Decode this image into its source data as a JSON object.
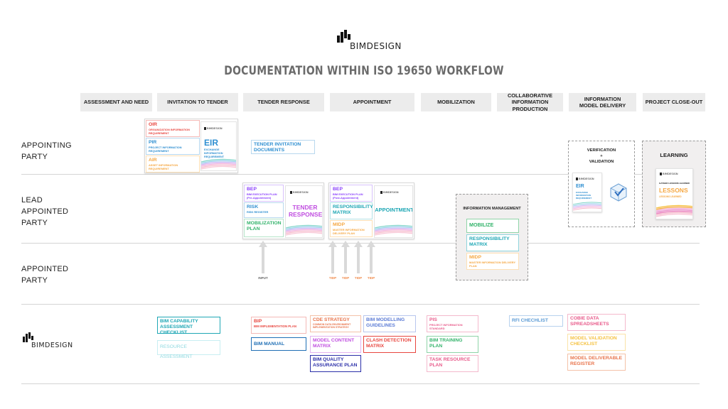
{
  "brand": {
    "name": "BIMDESIGN"
  },
  "title": "DOCUMENTATION WITHIN ISO 19650 WORKFLOW",
  "stages": [
    "ASSESSMENT AND NEED",
    "INVITATION TO TENDER",
    "TENDER RESPONSE",
    "APPOINTMENT",
    "MOBILIZATION",
    "COLLABORATIVE INFORMATION PRODUCTION",
    "INFORMATION MODEL DELIVERY",
    "PROJECT CLOSE-OUT"
  ],
  "rows": [
    "APPOINTING PARTY",
    "LEAD APPOINTED PARTY",
    "APPOINTED PARTY"
  ],
  "invitation_card": {
    "items": [
      {
        "title": "OIR",
        "sub": "ORGANIZATION INFORMATION REQUIREMENT",
        "color": "#e8463f"
      },
      {
        "title": "PIR",
        "sub": "PROJECT INFORMATION REQUIREMENT",
        "color": "#2f8fd1"
      },
      {
        "title": "AIR",
        "sub": "ASSET INFORMATION REQUIREMENT",
        "color": "#f5a742"
      }
    ],
    "cover": {
      "title": "EIR",
      "sub": "EXCHANGE INFORMATION REQUIREMENT",
      "color": "#2f8fd1"
    }
  },
  "tender_invitation": {
    "label": "TENDER INVITATION DOCUMENTS",
    "color": "#2f8fd1"
  },
  "tender_card": {
    "items": [
      {
        "title": "BEP",
        "sub": "BIM EXECUTION PLAN (Pre-Appointment)",
        "color": "#8a3ffc"
      },
      {
        "title": "RISK",
        "sub": "RISK REGISTER",
        "color": "#2f8fd1"
      },
      {
        "title": "MOBILIZATION PLAN",
        "sub": "",
        "color": "#33b36b"
      }
    ],
    "cover": {
      "title": "TENDER RESPONSE",
      "color": "#c04ee0"
    }
  },
  "appointment_card": {
    "items": [
      {
        "title": "BEP",
        "sub": "BIM EXECUTION PLAN (Post-Appointment)",
        "color": "#8a3ffc"
      },
      {
        "title": "RESPONSIBILITY MATRIX",
        "sub": "",
        "color": "#1fa7b5"
      },
      {
        "title": "MIDP",
        "sub": "MASTER INFORMATION DELIVERY PLAN",
        "color": "#f5a742"
      }
    ],
    "cover": {
      "title": "APPOINTMENT",
      "color": "#1fa7b5"
    }
  },
  "info_management": {
    "title": "INFORMATION MANAGEMENT",
    "items": [
      {
        "title": "MOBILIZE",
        "sub": "",
        "color": "#33b36b"
      },
      {
        "title": "RESPONSIBILITY MATRIX",
        "sub": "",
        "color": "#1fa7b5"
      },
      {
        "title": "MIDP",
        "sub": "MASTER INFORMATION DELIVERY PLAN",
        "color": "#f5a742"
      }
    ]
  },
  "verification": {
    "title_line1": "VERIFICATION",
    "title_line2": "+",
    "title_line3": "VALIDATION",
    "cover": {
      "title": "EIR",
      "sub": "EXCHANGE INFORMATION REQUIREMENT",
      "color": "#2f8fd1"
    }
  },
  "learning": {
    "title": "LEARNING",
    "cover": {
      "top": "GATHER LESSONS LEARNED",
      "title": "LESSONS",
      "sub": "LESSONS LEARNED",
      "color": "#f5a742"
    }
  },
  "arrows": {
    "input_label": "INPUT",
    "tidp_label": "TIDP"
  },
  "bottom_docs": [
    {
      "title": "BIM CAPABILITY ASSESSMENT CHECKLIST",
      "sub": "",
      "color": "#1fa7b5"
    },
    {
      "title": "RESOURCE ASSESSMENT",
      "sub": "",
      "color": "#8fd9e0"
    },
    {
      "title": "BIP",
      "sub": "BIM IMPLEMENTATION PLAN",
      "color": "#e8463f"
    },
    {
      "title": "BIM MANUAL",
      "sub": "",
      "color": "#1f6fb5"
    },
    {
      "title": "CDE STRATEGY",
      "sub": "COMMON DATA ENVIRONMENT IMPLEMENTATION STRATEGY",
      "color": "#e8734a"
    },
    {
      "title": "MODEL CONTENT MATRIX",
      "sub": "",
      "color": "#c04ee0"
    },
    {
      "title": "BIM QUALITY ASSURANCE PLAN",
      "sub": "",
      "color": "#2b2fa8"
    },
    {
      "title": "BIM MODELLING GUIDELINES",
      "sub": "",
      "color": "#5b7bd5"
    },
    {
      "title": "CLASH DETECTION MATRIX",
      "sub": "",
      "color": "#e8463f"
    },
    {
      "title": "PIS",
      "sub": "PROJECT INFORMATION STANDARD",
      "color": "#e85a8a"
    },
    {
      "title": "BIM TRAINING PLAN",
      "sub": "",
      "color": "#33b36b"
    },
    {
      "title": "TASK RESOURCE PLAN",
      "sub": "",
      "color": "#e85a8a"
    },
    {
      "title": "RFI CHECHLIST",
      "sub": "",
      "color": "#5b9bd5"
    },
    {
      "title": "COBIE DATA SPREADSHEETS",
      "sub": "",
      "color": "#e85a8a"
    },
    {
      "title": "MODEL VALIDATION CHECKLIST",
      "sub": "",
      "color": "#f5c242"
    },
    {
      "title": "MODEL DELIVERABLE REGISTER",
      "sub": "",
      "color": "#e8734a"
    }
  ]
}
